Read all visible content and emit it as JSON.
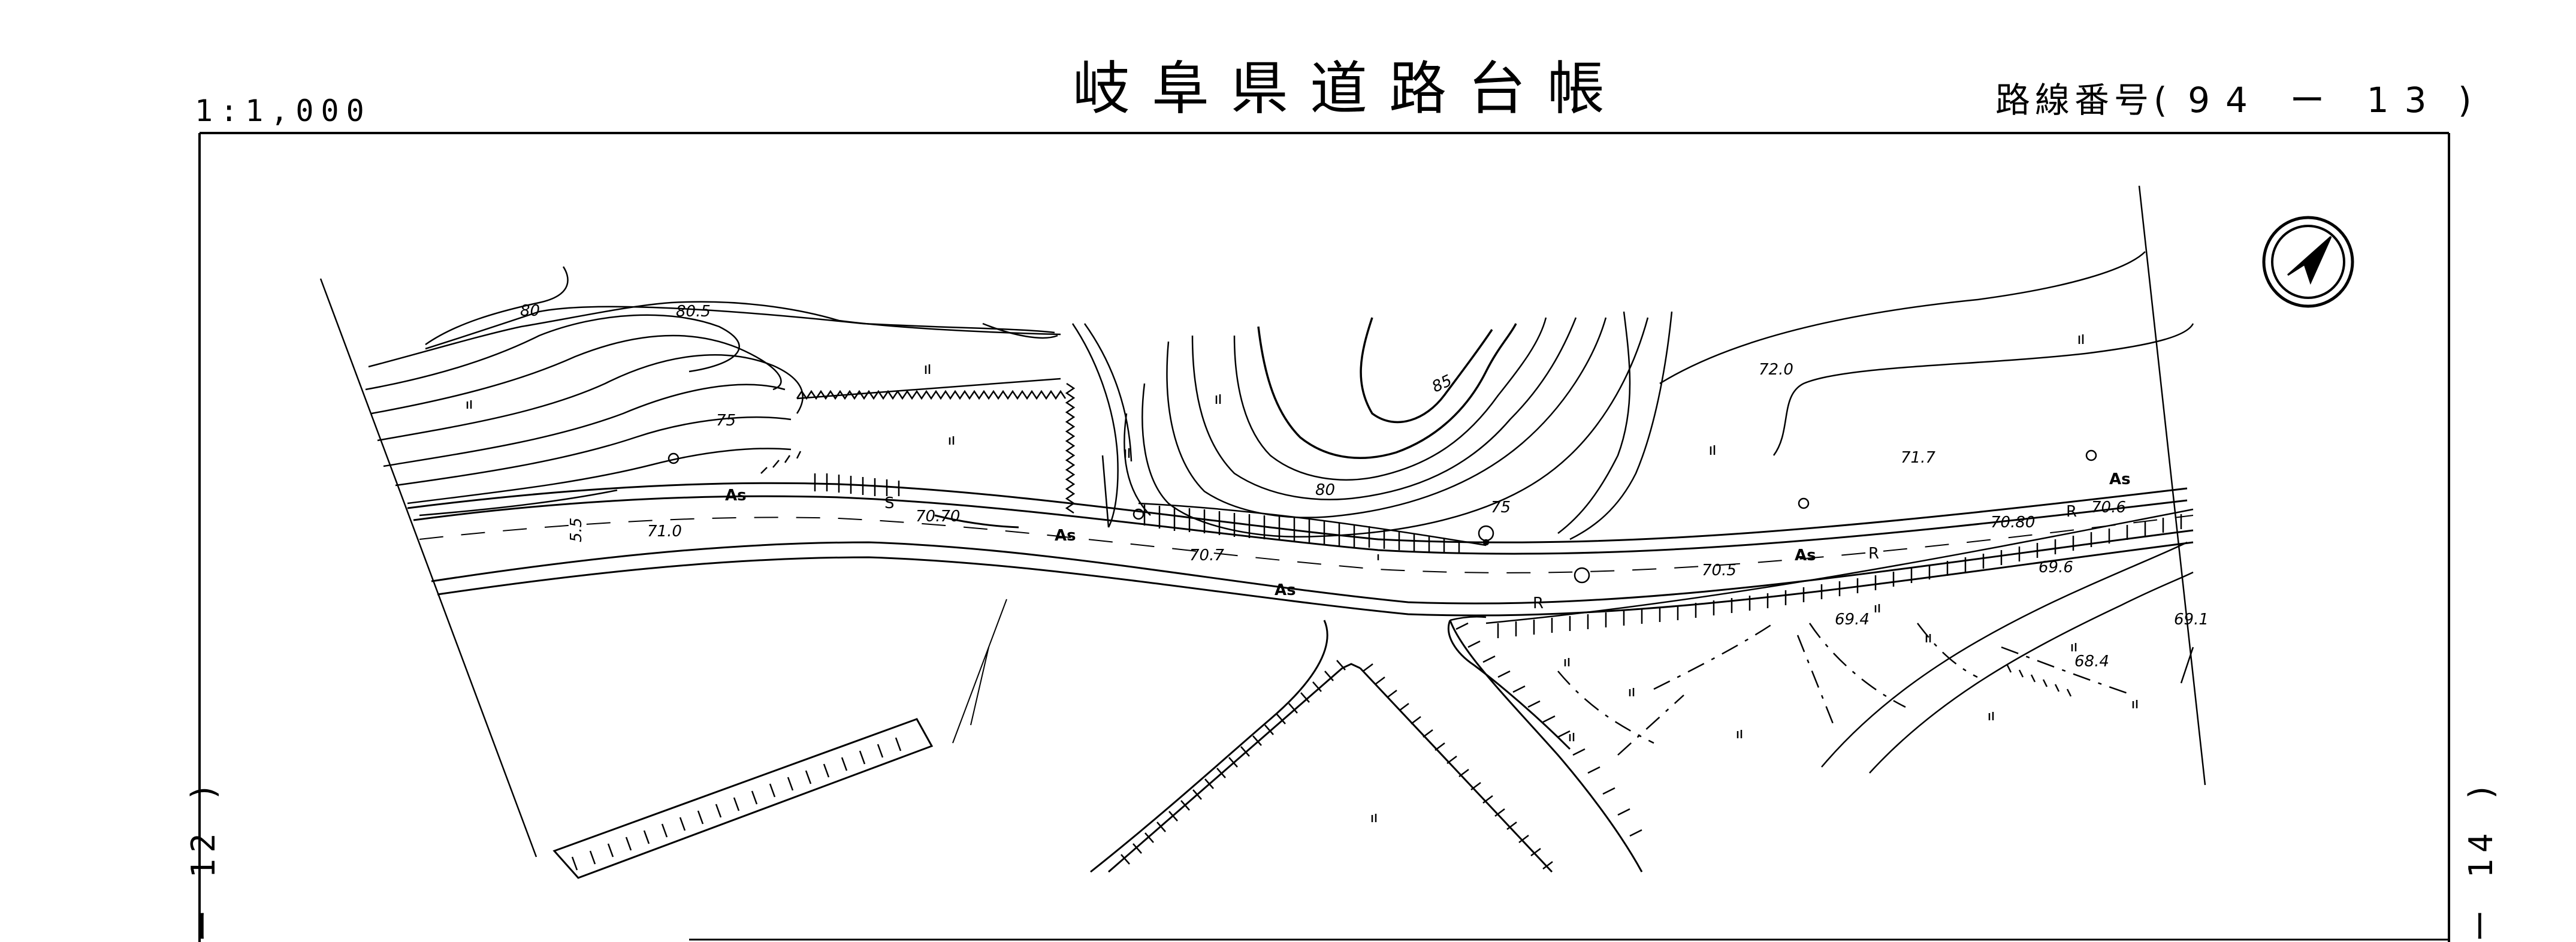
{
  "sheet": {
    "scale_label": "1:1,000",
    "title": "岐阜県道路台帳",
    "route": {
      "label": "路線番号",
      "open": "(",
      "number": "94 ー 13",
      "close": ")"
    },
    "adjacent_left": "ー 12 )",
    "adjacent_right": "ー 14 )"
  },
  "map": {
    "north_arrow_icon": "north-arrow-icon",
    "contour_labels": [
      "80",
      "80.5",
      "75",
      "85",
      "80",
      "75"
    ],
    "surface_labels": [
      "As",
      "As",
      "As",
      "As",
      "As"
    ],
    "spot_elevations": [
      "71.0",
      "70.70",
      "70.7",
      "70.5",
      "70.80",
      "70.6",
      "69.6",
      "69.4",
      "69.1",
      "68.4",
      "72.0",
      "71.7"
    ],
    "road_width": "5.5",
    "misc_marks": [
      "R",
      "R",
      "R",
      "S"
    ],
    "colors": {
      "ink": "#000000",
      "paper": "#ffffff"
    }
  }
}
